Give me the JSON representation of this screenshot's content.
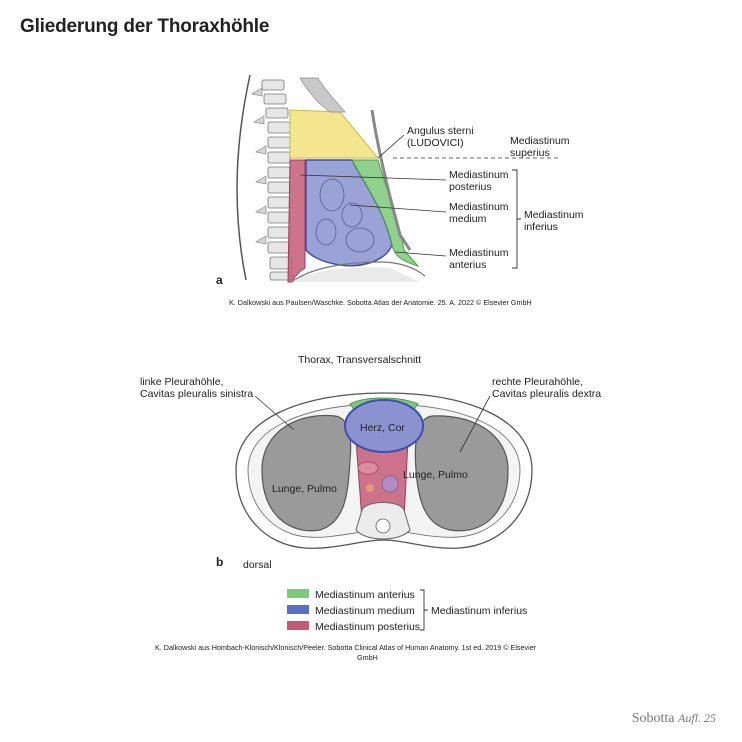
{
  "page_title": "Gliederung der Thoraxhöhle",
  "figure_a": {
    "panel_letter": "a",
    "labels": {
      "angulus_line1": "Angulus sterni",
      "angulus_line2": "(LUDOVICI)",
      "sup_line1": "Mediastinum",
      "sup_line2": "superius",
      "post_line1": "Mediastinum",
      "post_line2": "posterius",
      "med_line1": "Mediastinum",
      "med_line2": "medium",
      "ant_line1": "Mediastinum",
      "ant_line2": "anterius",
      "inf_line1": "Mediastinum",
      "inf_line2": "inferius"
    },
    "credit": "K. Dalkowski aus Paulsen/Waschke. Sobotta Atlas der Anatomie. 25. A. 2022 © Elsevier GmbH"
  },
  "figure_b": {
    "panel_letter": "b",
    "title": "Thorax, Transversalschnitt",
    "labels": {
      "left_pleura_line1": "linke Pleurahöhle,",
      "left_pleura_line2": "Cavitas pleuralis sinistra",
      "right_pleura_line1": "rechte Pleurahöhle,",
      "right_pleura_line2": "Cavitas pleuralis dextra",
      "heart": "Herz, Cor",
      "lung_left": "Lunge, Pulmo",
      "lung_right": "Lunge, Pulmo",
      "dorsal": "dorsal"
    },
    "legend": [
      {
        "label": "Mediastinum anterius",
        "color": "#7ec97a"
      },
      {
        "label": "Mediastinum medium",
        "color": "#5a6fc0"
      },
      {
        "label": "Mediastinum posterius",
        "color": "#c45a78"
      }
    ],
    "legend_group": "Mediastinum inferius",
    "credit_line1": "K. Dalkowski aus Hombach-Klonisch/Klonisch/Peeler. Sobotta Clinical Atlas of Human Anatomy. 1st ed. 2019 © Elsevier",
    "credit_line2": "GmbH"
  },
  "brand": {
    "name": "Sobotta",
    "edition": "Aufl. 25"
  },
  "colors": {
    "superius": "#f2e27a",
    "anterius": "#7ec97a",
    "medium": "#8a93cf",
    "posterius": "#c45a78",
    "lung": "#9a9a9a"
  }
}
